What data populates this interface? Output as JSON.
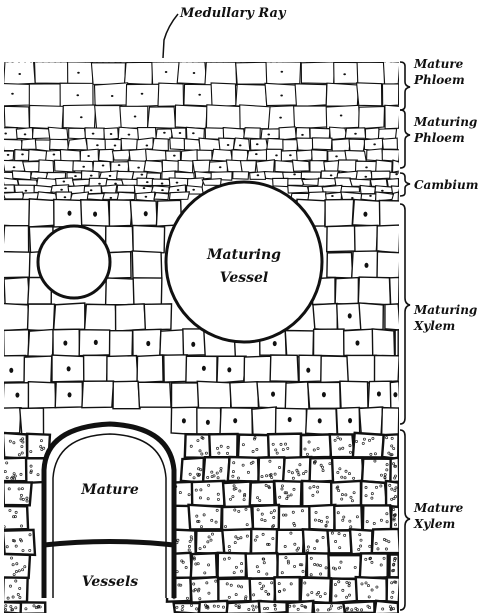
{
  "labels": {
    "medullary_ray": "Medullary Ray",
    "mature_phloem": [
      "Mature",
      "Phloem"
    ],
    "maturing_phloem": [
      "Maturing",
      "Phloem"
    ],
    "cambium": "Cambium",
    "maturing_xylem": [
      "Maturing",
      "Xylem"
    ],
    "mature_xylem": [
      "Mature",
      "Xylem"
    ],
    "maturing_vessel": [
      "Maturing",
      "Vessel"
    ],
    "mature_vessels_top": "Mature",
    "mature_vessels_bottom": "Vessels"
  }
}
